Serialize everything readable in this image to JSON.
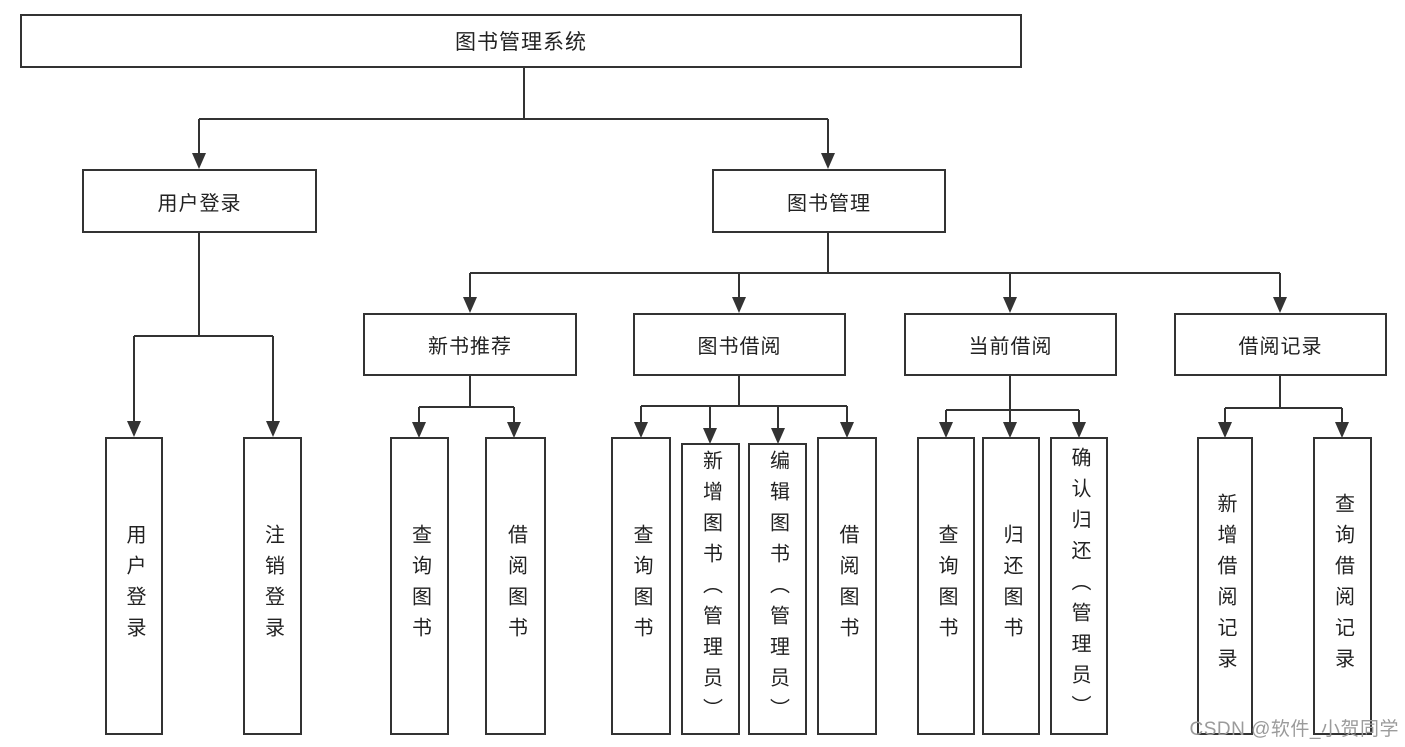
{
  "diagram": {
    "nodes": {
      "root": "图书管理系统",
      "user_login": "用户登录",
      "book_mgmt": "图书管理",
      "new_book_rec": "新书推荐",
      "book_borrow": "图书借阅",
      "current_borrow": "当前借阅",
      "borrow_records": "借阅记录",
      "leaf_user_login": "用户登录",
      "leaf_logout": "注销登录",
      "leaf_nb_query": "查询图书",
      "leaf_nb_borrow": "借阅图书",
      "leaf_bb_query": "查询图书",
      "leaf_bb_add": "新增图书（管理员）",
      "leaf_bb_edit": "编辑图书（管理员）",
      "leaf_bb_borrow": "借阅图书",
      "leaf_cb_query": "查询图书",
      "leaf_cb_return": "归还图书",
      "leaf_cb_confirm": "确认归还（管理员）",
      "leaf_br_add": "新增借阅记录",
      "leaf_br_query": "查询借阅记录"
    },
    "watermark": "CSDN @软件_小贺同学",
    "colors": {
      "border": "#333333",
      "line": "#333333",
      "text": "#222222",
      "watermark": "#9b9b9b",
      "background": "#ffffff"
    }
  }
}
